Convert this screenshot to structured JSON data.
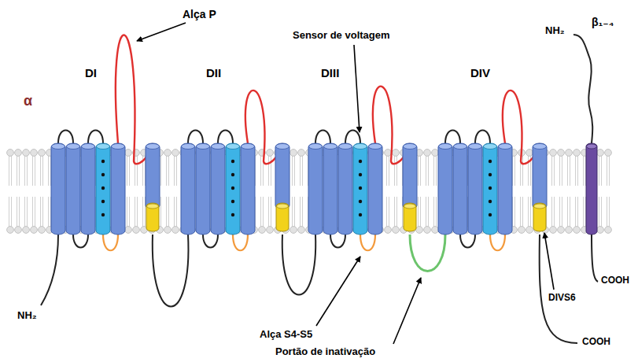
{
  "diagram": {
    "labels": [
      "Alça P",
      "Sensor de voltagem",
      "NH₂",
      "β₁₋₄",
      "DI",
      "DII",
      "DIII",
      "DIV",
      "α",
      "COOH",
      "NH₂",
      "COOH",
      "DIVS6",
      "Alça S4-S5",
      "Portão de inativação"
    ]
  }
}
